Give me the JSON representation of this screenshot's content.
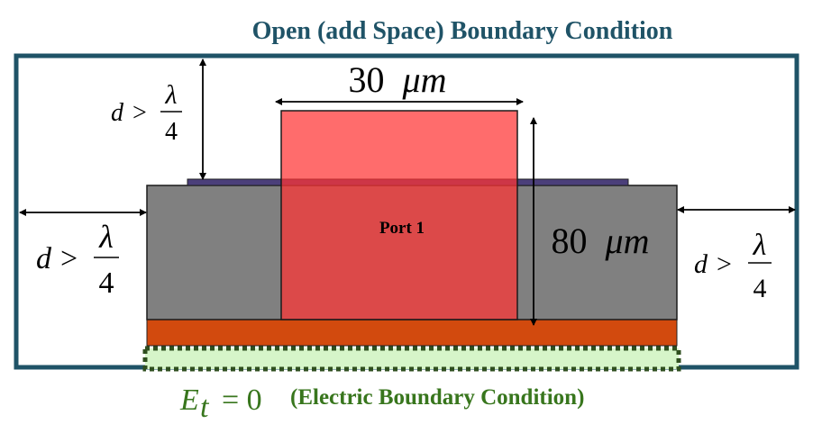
{
  "title": "Open (add Space) Boundary Condition",
  "labels": {
    "port": "Port 1",
    "width_dim": "30",
    "height_dim": "80",
    "unit_mu": "μ",
    "unit_m": "m",
    "d_letter": "d",
    "gt_sign": ">",
    "lambda": "λ",
    "four": "4"
  },
  "bottom": {
    "e_letter": "E",
    "subscript_t": "t",
    "equals_zero": "= 0",
    "condition": "(Electric Boundary Condition)"
  },
  "colors": {
    "title": "#1f5367",
    "frame": "#1f5367",
    "substrate": "#808080",
    "port_fill": "#ff3333",
    "strip": "#4b3f7a",
    "ground_layer": "#d24a0e",
    "electric_boundary_fill": "#d6f5c9",
    "electric_boundary_dots": "#2f4f1f",
    "bottom_text": "#38761d"
  }
}
